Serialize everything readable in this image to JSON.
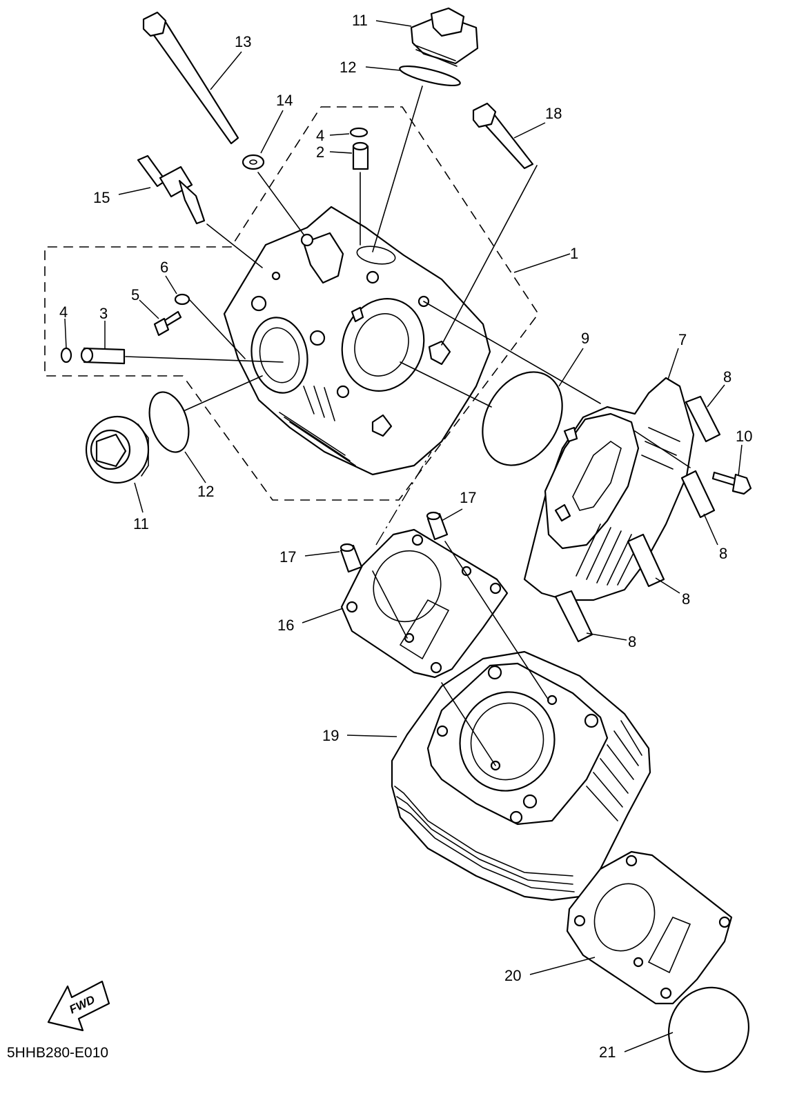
{
  "diagram": {
    "code": "5HHB280-E010",
    "fwd_label": "FWD",
    "labels": {
      "p1": "1",
      "p2": "2",
      "p3": "3",
      "p4a": "4",
      "p4b": "4",
      "p5": "5",
      "p6": "6",
      "p7": "7",
      "p8a": "8",
      "p8b": "8",
      "p8c": "8",
      "p8d": "8",
      "p9": "9",
      "p10": "10",
      "p11a": "11",
      "p11b": "11",
      "p12a": "12",
      "p12b": "12",
      "p13": "13",
      "p14": "14",
      "p15": "15",
      "p16": "16",
      "p17a": "17",
      "p17b": "17",
      "p18": "18",
      "p19": "19",
      "p20": "20",
      "p21": "21"
    }
  }
}
